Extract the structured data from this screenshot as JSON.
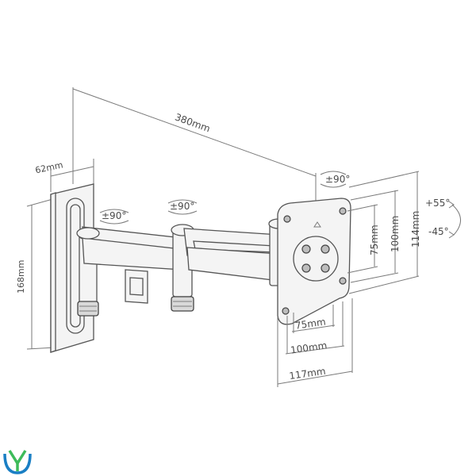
{
  "diagram": {
    "dimensions": {
      "arm_length": "380mm",
      "wall_plate_width": "62mm",
      "wall_plate_height": "168mm",
      "vesa_h_75": "75mm",
      "vesa_h_100": "100mm",
      "plate_width": "117mm",
      "vesa_v_75": "75mm",
      "vesa_v_100": "100mm",
      "plate_height": "114mm"
    },
    "rotations": {
      "top_swivel": "±90°",
      "arm_joint_1": "±90°",
      "arm_joint_2": "±90°",
      "tilt_up": "+55°",
      "tilt_down": "-45°"
    }
  },
  "colors": {
    "line": "#7a7a7a",
    "part_stroke": "#555555",
    "logo_blue": "#1a7fc4",
    "logo_green": "#3dbb5a"
  },
  "icons": {
    "logo": "brand-logo-icon"
  }
}
